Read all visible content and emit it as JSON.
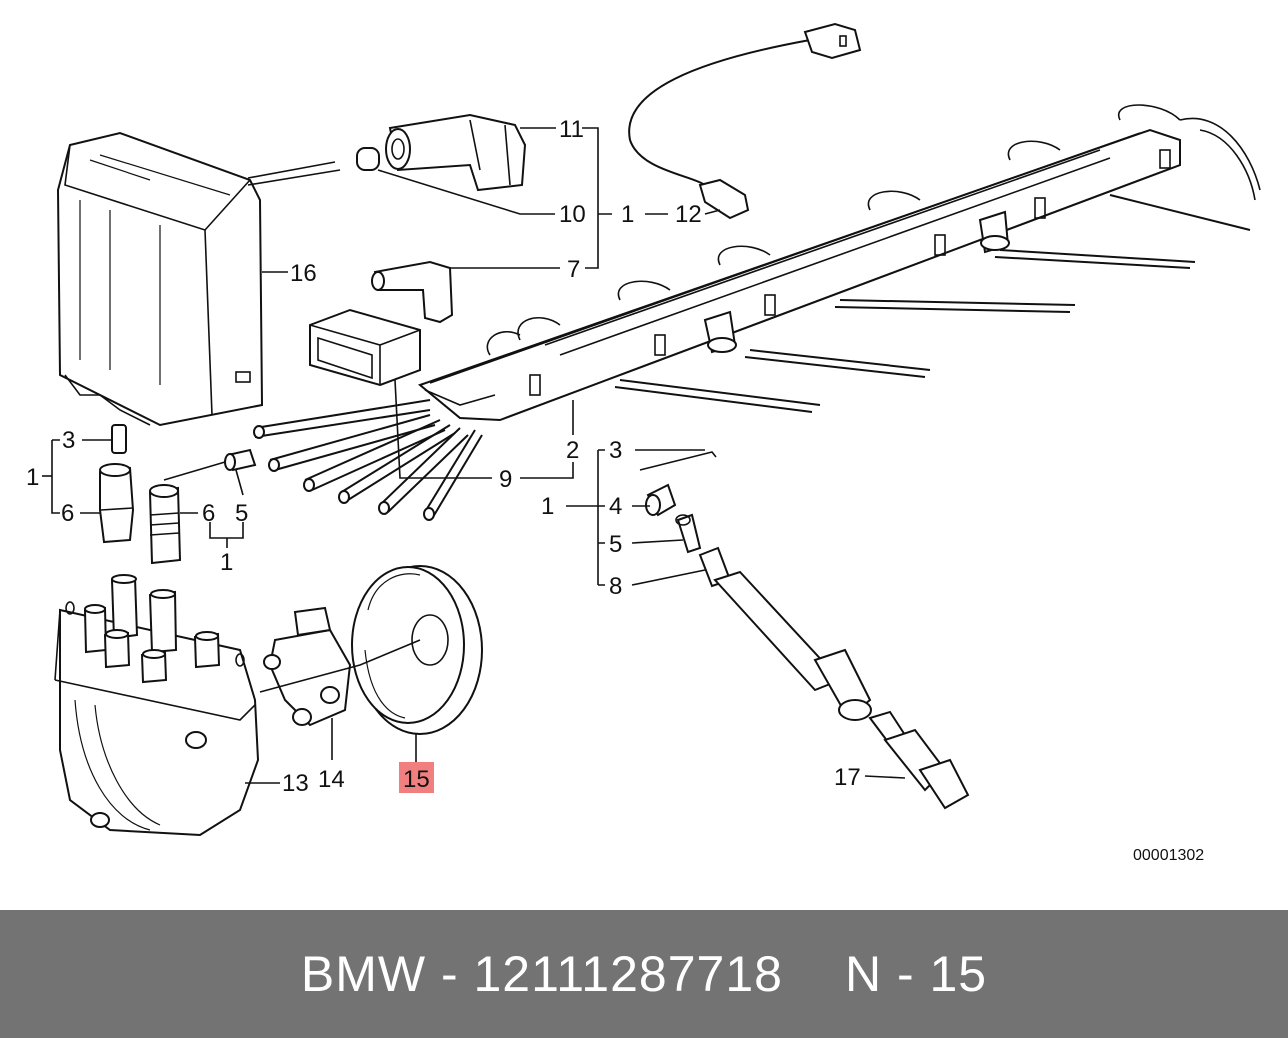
{
  "colors": {
    "footer_bg": "#737373",
    "footer_text": "#ffffff",
    "highlight": "#f08080"
  },
  "callouts": {
    "c1_a": "1",
    "c1_b": "1",
    "c1_c": "1",
    "c1_d": "1",
    "c2": "2",
    "c3_a": "3",
    "c3_b": "3",
    "c4": "4",
    "c5_a": "5",
    "c5_b": "5",
    "c6_a": "6",
    "c6_b": "6",
    "c7": "7",
    "c8": "8",
    "c9": "9",
    "c10": "10",
    "c11": "11",
    "c12": "12",
    "c13": "13",
    "c14": "14",
    "c15": "15",
    "c16": "16",
    "c17": "17"
  },
  "highlighted_part": "15",
  "diagram_ref": "00001302",
  "footer": {
    "part_label": "BMW - 12111287718",
    "position_label": "N - 15"
  }
}
